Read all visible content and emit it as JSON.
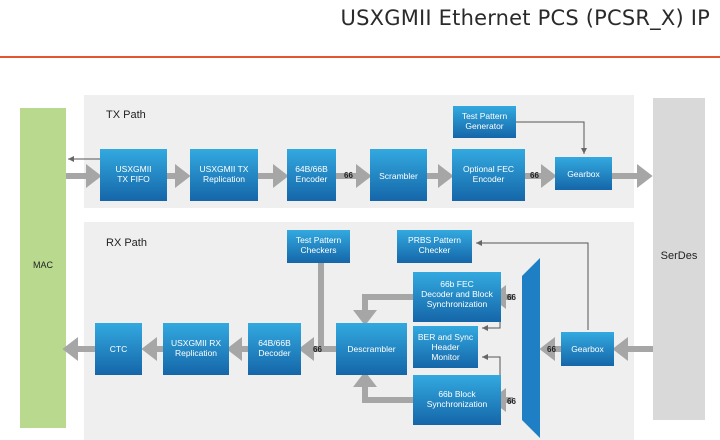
{
  "header": {
    "title": "USXGMII Ethernet PCS (PCSR_X) IP"
  },
  "regions": {
    "tx_label": "TX Path",
    "rx_label": "RX Path",
    "mac_label": "MAC",
    "serdes_label": "SerDes"
  },
  "blocks": {
    "test_pattern_generator": [
      "Test Pattern",
      "Generator"
    ],
    "tx_fifo": [
      "USXGMII",
      "TX FIFO"
    ],
    "tx_replication": [
      "USXGMII TX",
      "Replication"
    ],
    "encoder": [
      "64B/66B",
      "Encoder"
    ],
    "scrambler": [
      "Scrambler"
    ],
    "fec_encoder": [
      "Optional FEC",
      "Encoder"
    ],
    "tx_gearbox": [
      "Gearbox"
    ],
    "test_pattern_checkers": [
      "Test Pattern",
      "Checkers"
    ],
    "prbs_checker": [
      "PRBS Pattern",
      "Checker"
    ],
    "fec_decoder": [
      "66b FEC",
      "Decoder and Block",
      "Synchronization"
    ],
    "ber_monitor": [
      "BER and Sync",
      "Header",
      "Monitor"
    ],
    "block_sync": [
      "66b Block",
      "Synchronization"
    ],
    "descrambler": [
      "Descrambler"
    ],
    "decoder": [
      "64B/66B",
      "Decoder"
    ],
    "rx_replication": [
      "USXGMII RX",
      "Replication"
    ],
    "ctc": [
      "CTC"
    ],
    "rx_gearbox": [
      "Gearbox"
    ]
  },
  "bus_width_label": "66",
  "colors": {
    "block_top": "#33a9e0",
    "block_bottom": "#1566a8",
    "mac": "#b8d98e",
    "serdes": "#d9d9d9",
    "region": "#efefef",
    "accent_rule": "#e4572e",
    "arrow": "#a6a6a6",
    "mux": "#1f7fc4"
  }
}
